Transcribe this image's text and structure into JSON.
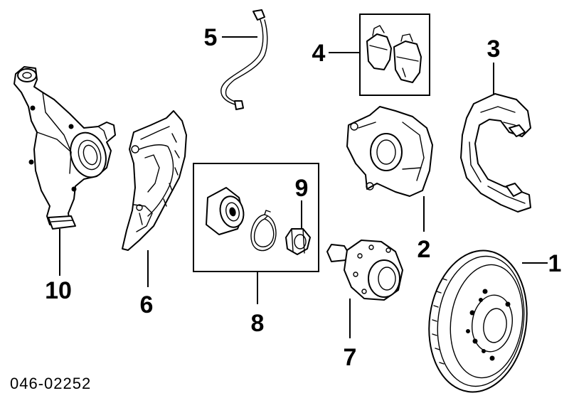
{
  "diagram_code": "046-02252",
  "callouts": {
    "c1": "1",
    "c2": "2",
    "c3": "3",
    "c4": "4",
    "c5": "5",
    "c6": "6",
    "c7": "7",
    "c8": "8",
    "c9": "9",
    "c10": "10"
  }
}
